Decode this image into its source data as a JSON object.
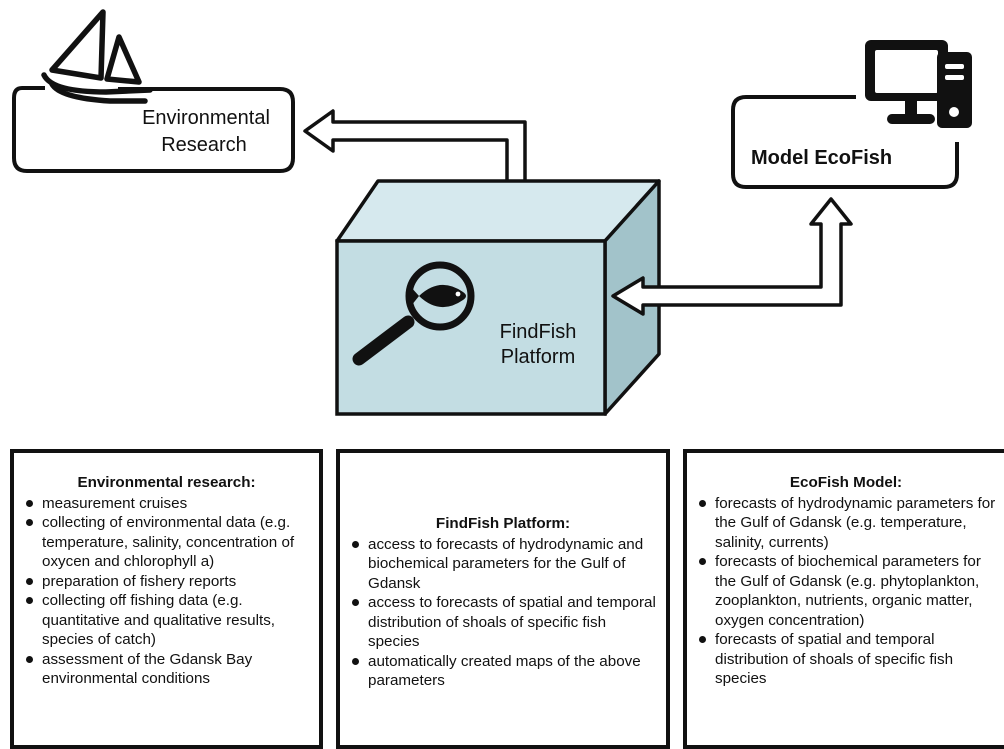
{
  "diagram": {
    "env_node": {
      "line1": "Environmental",
      "line2": "Research",
      "icon": "sailboat-icon"
    },
    "model_node": {
      "label": "Model EcoFish",
      "icon": "computer-icon"
    },
    "platform_node": {
      "line1": "FindFish",
      "line2": "Platform",
      "icon": "magnifier-fish-icon"
    },
    "colors": {
      "box_front": "#c3dde3",
      "box_top": "#d6e9ee",
      "box_side": "#a2c3ca",
      "stroke": "#111111"
    }
  },
  "panels": {
    "environmental": {
      "title": "Environmental research:",
      "items": [
        "measurement cruises",
        "collecting of environmental data (e.g. temperature, salinity, concentration of oxycen and chlorophyll a)",
        "preparation of fishery reports",
        "collecting off fishing data (e.g. quantitative and qualitative results, species of catch)",
        "assessment of the Gdansk Bay environmental conditions"
      ]
    },
    "platform": {
      "title": "FindFish Platform:",
      "items": [
        "access to forecasts of hydrodynamic and biochemical parameters for the Gulf of Gdansk",
        "access to forecasts of spatial and temporal distribution of shoals of specific fish species",
        "automatically created maps of the above parameters"
      ]
    },
    "ecofish": {
      "title": "EcoFish Model:",
      "items": [
        "forecasts of hydrodynamic parameters for the Gulf of Gdansk (e.g. temperature, salinity, currents)",
        "forecasts of biochemical parameters for the Gulf of Gdansk (e.g. phytoplankton, zooplankton, nutrients, organic matter, oxygen concentration)",
        "forecasts of spatial and temporal distribution of shoals of specific fish species"
      ]
    }
  }
}
